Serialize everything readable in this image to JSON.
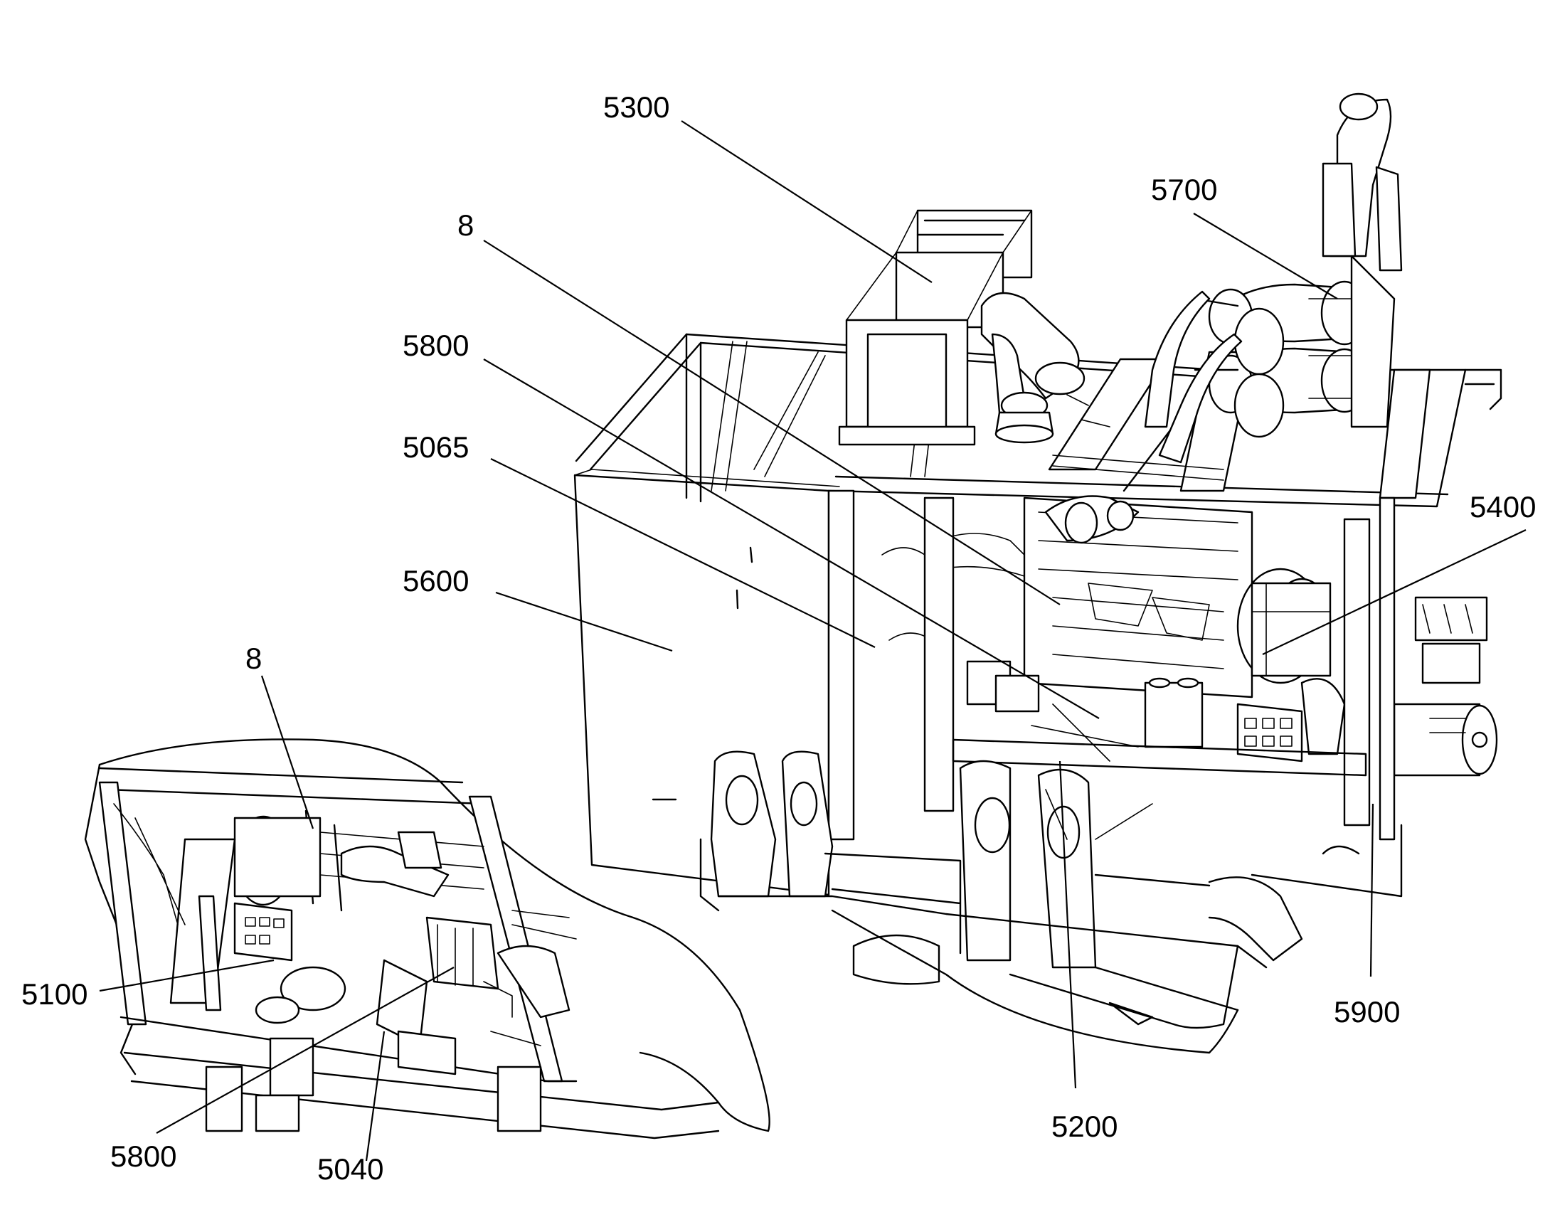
{
  "figure": {
    "labels": {
      "l5300": "5300",
      "l5700": "5700",
      "l8_top": "8",
      "l5800_top": "5800",
      "l5065": "5065",
      "l5600": "5600",
      "l5400": "5400",
      "l8_inset": "8",
      "l5100": "5100",
      "l5900": "5900",
      "l5200": "5200",
      "l5800_inset": "5800",
      "l5040": "5040"
    }
  }
}
